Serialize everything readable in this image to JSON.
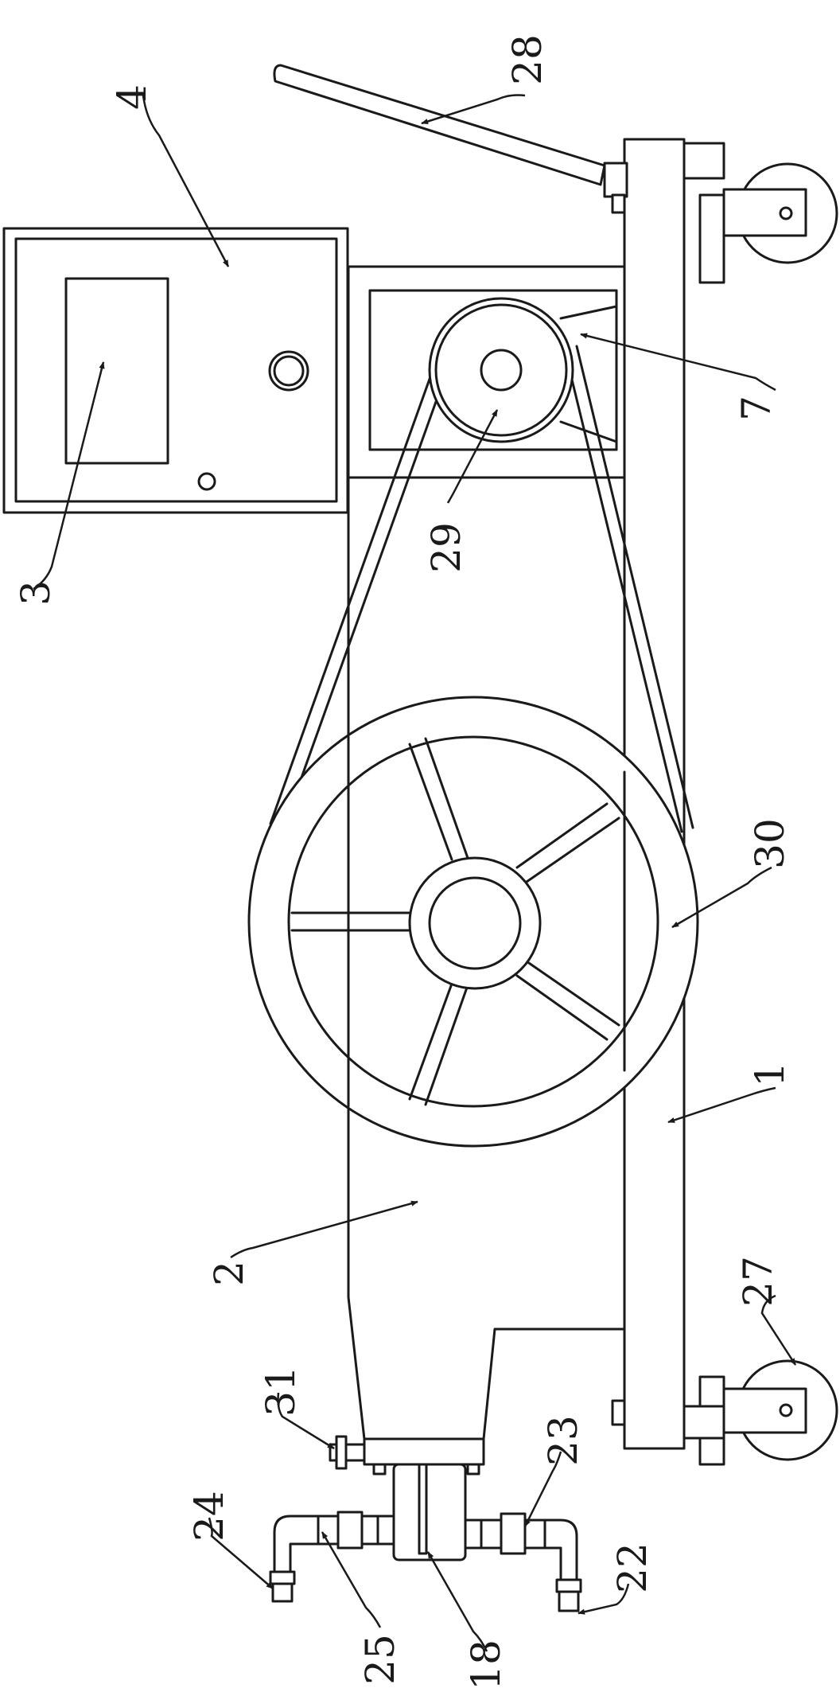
{
  "labels": {
    "l1": "1",
    "l2": "2",
    "l3": "3",
    "l4": "4",
    "l7": "7",
    "l18": "18",
    "l22": "22",
    "l23": "23",
    "l24": "24",
    "l25": "25",
    "l27": "27",
    "l28": "28",
    "l29": "29",
    "l30": "30",
    "l31": "31"
  },
  "colors": {
    "line": "#1a1a1a",
    "background": "#ffffff"
  }
}
